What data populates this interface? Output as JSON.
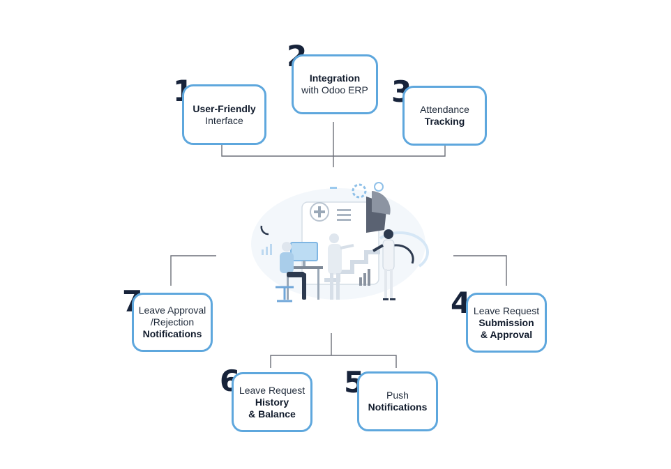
{
  "colors": {
    "box_border": "#5ea7dd",
    "number": "#17233a",
    "connector": "#6b6f78",
    "illustration_accent": "#7fb6e3",
    "illustration_dark": "#2d3a4f"
  },
  "center_illustration": {
    "icon": "office-team-dashboard-illustration"
  },
  "features": [
    {
      "number": "1",
      "lines": [
        {
          "text": "User-Friendly",
          "bold": true
        },
        {
          "text": "Interface",
          "bold": false
        }
      ]
    },
    {
      "number": "2",
      "lines": [
        {
          "text": "Integration",
          "bold": true
        },
        {
          "text": "with Odoo ERP",
          "bold": false
        }
      ]
    },
    {
      "number": "3",
      "lines": [
        {
          "text": "Attendance",
          "bold": false
        },
        {
          "text": "Tracking",
          "bold": true
        }
      ]
    },
    {
      "number": "4",
      "lines": [
        {
          "text": "Leave Request",
          "bold": false
        },
        {
          "text": "Submission",
          "bold": true
        },
        {
          "text": "& Approval",
          "bold": true
        }
      ]
    },
    {
      "number": "5",
      "lines": [
        {
          "text": "Push",
          "bold": false
        },
        {
          "text": "Notifications",
          "bold": true
        }
      ]
    },
    {
      "number": "6",
      "lines": [
        {
          "text": "Leave Request",
          "bold": false
        },
        {
          "text": "History",
          "bold": true
        },
        {
          "text": "& Balance",
          "bold": true
        }
      ]
    },
    {
      "number": "7",
      "lines": [
        {
          "text": "Leave Approval",
          "bold": false
        },
        {
          "text": "/Rejection",
          "bold": false
        },
        {
          "text": "Notifications",
          "bold": true
        }
      ]
    }
  ]
}
